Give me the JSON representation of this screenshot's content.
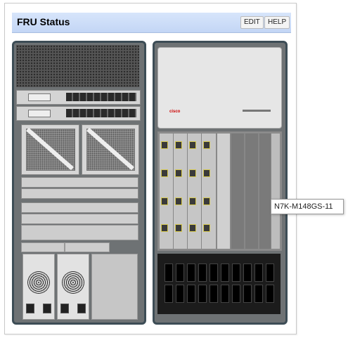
{
  "panel": {
    "title": "FRU Status",
    "edit_label": "EDIT",
    "help_label": "HELP"
  },
  "right_chassis": {
    "brand": "cisco",
    "tooltip": "N7K-M148GS-11"
  },
  "colors": {
    "titlebar": "#c9dbf7",
    "chassis_frame": "#3d4d56",
    "port_highlight": "#d5c850"
  }
}
